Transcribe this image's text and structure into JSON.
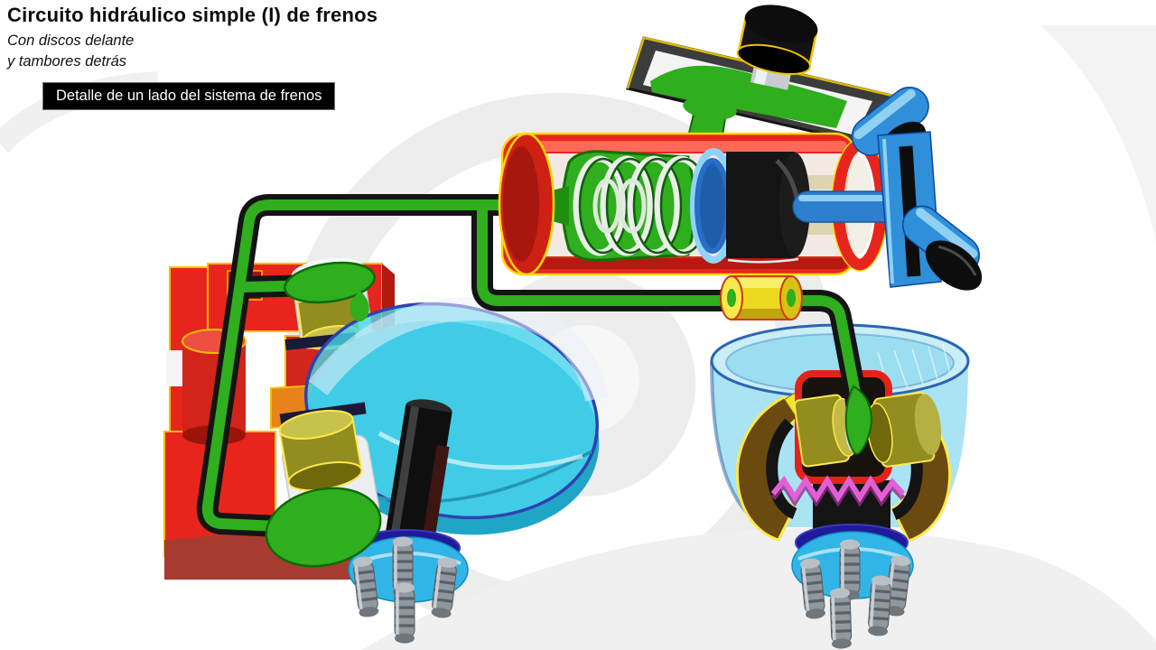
{
  "header": {
    "title": "Circuito hidráulico simple (I) de frenos",
    "subtitle_line1": "Con discos delante",
    "subtitle_line2": "y tambores detrás",
    "caption": "Detalle de un lado del sistema de frenos"
  },
  "palette": {
    "caliper_red": "#e8251d",
    "fluid_green": "#2fae1e",
    "fluid_green_dark": "#0d6b05",
    "disc_cyan": "#49d6ee",
    "drum_cyan": "#a5e2f3",
    "piston_olive": "#938c1e",
    "shoe_brown": "#6b4a10",
    "outline_yellow": "#ffd900",
    "pedal_blue": "#2f8fd9",
    "hub_cyan": "#31b5e7",
    "flange_navy": "#201a9a",
    "spring_magenta": "#e35fd6",
    "union_yellow": "#ecd81e",
    "stud_gray": "#8f979f",
    "tube_outline": "#141414"
  }
}
